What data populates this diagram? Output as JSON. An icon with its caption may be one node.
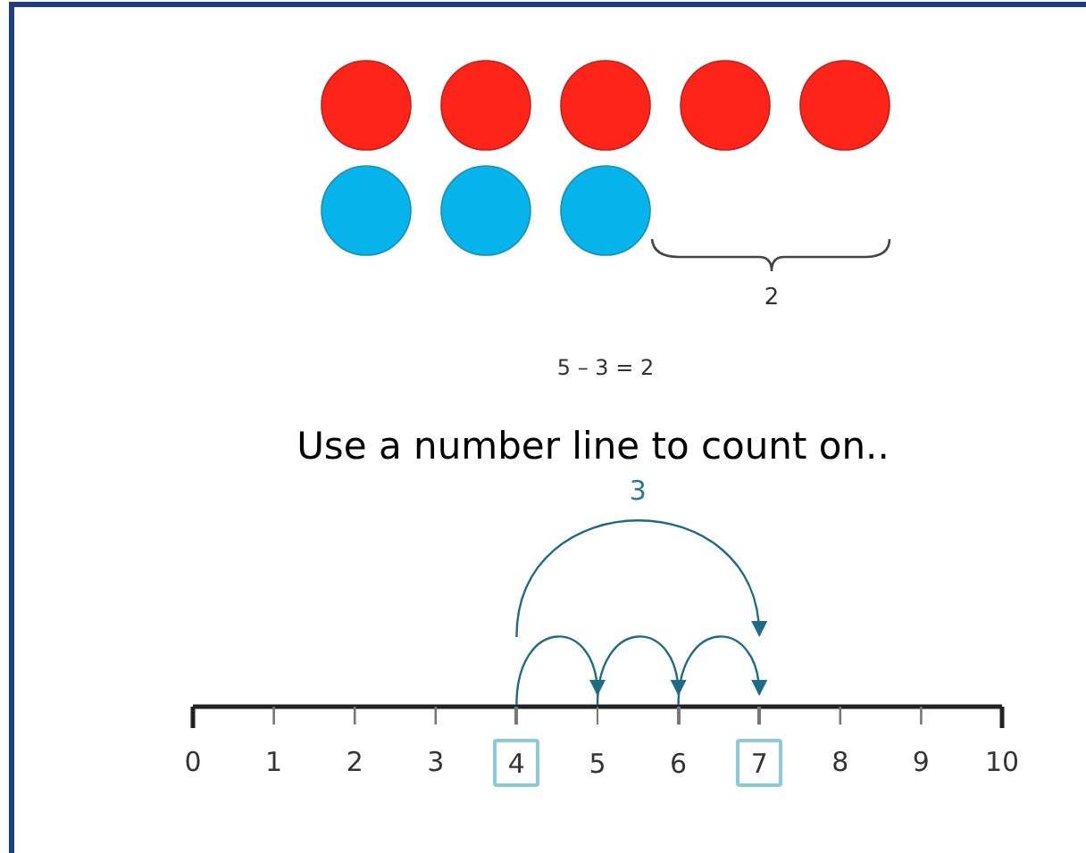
{
  "diagram": {
    "title": "Use a number line to count on..",
    "nodes": [
      {
        "text": [
          "4"
        ]
      },
      {
        "text": [
          "5"
        ]
      },
      {
        "text": [
          "6"
        ]
      },
      {
        "text": [
          "7"
        ]
      }
    ],
    "edges": [
      {
        "from": 0,
        "to": 3,
        "arrow": "to",
        "label": "3"
      },
      {
        "from": 0,
        "to": 1,
        "arrow": "to"
      },
      {
        "from": 1,
        "to": 2,
        "arrow": "to"
      },
      {
        "from": 2,
        "to": 3,
        "arrow": "to"
      }
    ],
    "labels": [
      "2",
      "5 – 3 = 2",
      "0",
      "1",
      "2",
      "3",
      "8",
      "9",
      "10"
    ]
  }
}
